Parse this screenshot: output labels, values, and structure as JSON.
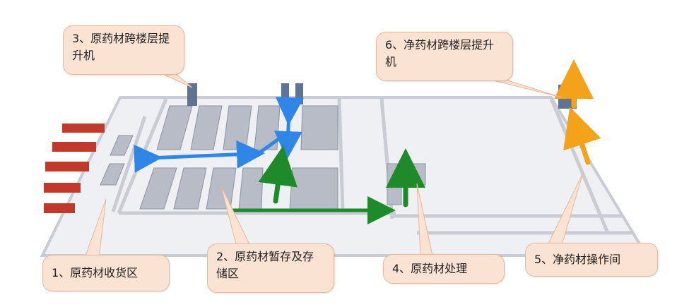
{
  "callouts": [
    {
      "id": "receiving",
      "text": "1、原药材收货区"
    },
    {
      "id": "storage",
      "text": "2、原药材暂存及存储区"
    },
    {
      "id": "raw-lift",
      "text": "3、原药材跨楼层提升机"
    },
    {
      "id": "processing",
      "text": "4、原药材处理"
    },
    {
      "id": "clean-operation",
      "text": "5、净药材操作间"
    },
    {
      "id": "clean-lift",
      "text": "6、净药材跨楼层提升机"
    }
  ],
  "colors": {
    "callout_fill": "#fbe3d3",
    "callout_border": "#e9b89b",
    "floor": "#eef0f3",
    "wall": "#c9ccd3",
    "rack": "#b7bcc6",
    "truck": "#c0392b",
    "lift": "#5f7396",
    "flow_blue": "#2f86e6",
    "flow_green": "#1e8a2a",
    "flow_orange": "#f4a21a"
  },
  "icons": [
    "truck-icon",
    "lift-icon",
    "rack-icon",
    "flow-arrow-icon"
  ]
}
